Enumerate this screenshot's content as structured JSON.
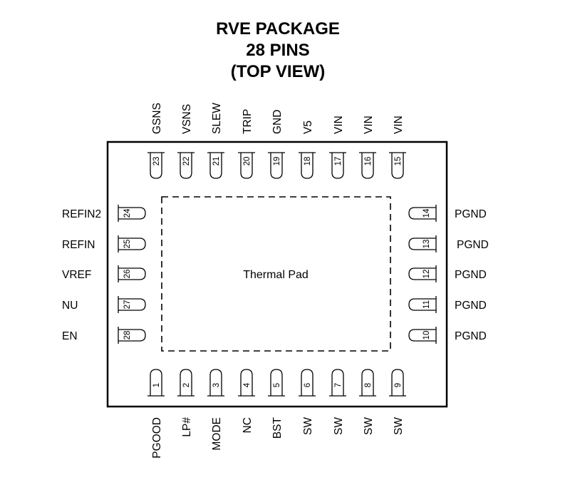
{
  "title": {
    "line1": "RVE PACKAGE",
    "line2": "28 PINS",
    "line3": "(TOP VIEW)"
  },
  "thermal_pad_label": "Thermal Pad",
  "pins": {
    "bottom": [
      {
        "num": "1",
        "name": "PGOOD"
      },
      {
        "num": "2",
        "name": "LP#"
      },
      {
        "num": "3",
        "name": "MODE"
      },
      {
        "num": "4",
        "name": "NC"
      },
      {
        "num": "5",
        "name": "BST"
      },
      {
        "num": "6",
        "name": "SW"
      },
      {
        "num": "7",
        "name": "SW"
      },
      {
        "num": "8",
        "name": "SW"
      },
      {
        "num": "9",
        "name": "SW"
      }
    ],
    "right": [
      {
        "num": "10",
        "name": "PGND"
      },
      {
        "num": "11",
        "name": "PGND"
      },
      {
        "num": "12",
        "name": "PGND"
      },
      {
        "num": "13",
        "name": "PGND"
      },
      {
        "num": "14",
        "name": "PGND"
      }
    ],
    "top": [
      {
        "num": "15",
        "name": "VIN"
      },
      {
        "num": "16",
        "name": "VIN"
      },
      {
        "num": "17",
        "name": "VIN"
      },
      {
        "num": "18",
        "name": "V5"
      },
      {
        "num": "19",
        "name": "GND"
      },
      {
        "num": "20",
        "name": "TRIP"
      },
      {
        "num": "21",
        "name": "SLEW"
      },
      {
        "num": "22",
        "name": "VSNS"
      },
      {
        "num": "23",
        "name": "GSNS"
      }
    ],
    "left": [
      {
        "num": "24",
        "name": "REFIN2"
      },
      {
        "num": "25",
        "name": "REFIN"
      },
      {
        "num": "26",
        "name": "VREF"
      },
      {
        "num": "27",
        "name": "NU"
      },
      {
        "num": "28",
        "name": "EN"
      }
    ]
  }
}
